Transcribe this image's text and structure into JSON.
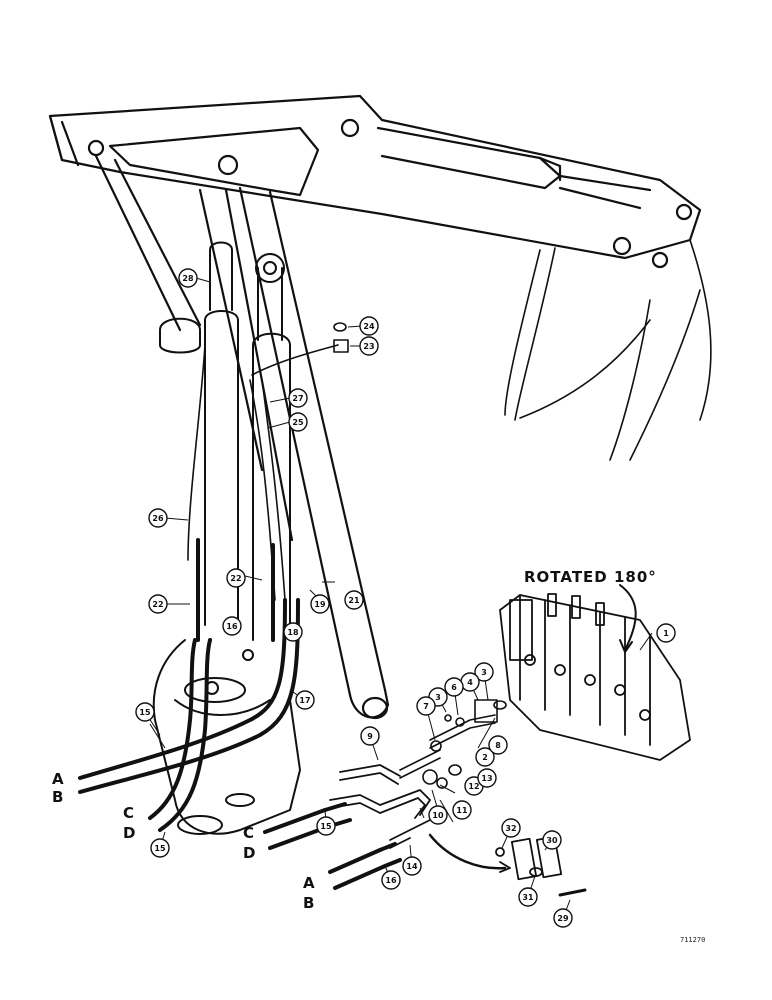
{
  "rotated_label": "ROTATED 180°",
  "figure_number": "711270",
  "port_labels": [
    "A",
    "B",
    "C",
    "D",
    "C",
    "D",
    "A",
    "B"
  ],
  "callouts": [
    "1",
    "2",
    "3",
    "3",
    "4",
    "6",
    "7",
    "8",
    "9",
    "10",
    "11",
    "12",
    "13",
    "14",
    "15",
    "15",
    "15",
    "16",
    "16",
    "17",
    "18",
    "19",
    "19",
    "21",
    "22",
    "22",
    "23",
    "24",
    "25",
    "26",
    "27",
    "28",
    "29",
    "30",
    "31",
    "32"
  ]
}
